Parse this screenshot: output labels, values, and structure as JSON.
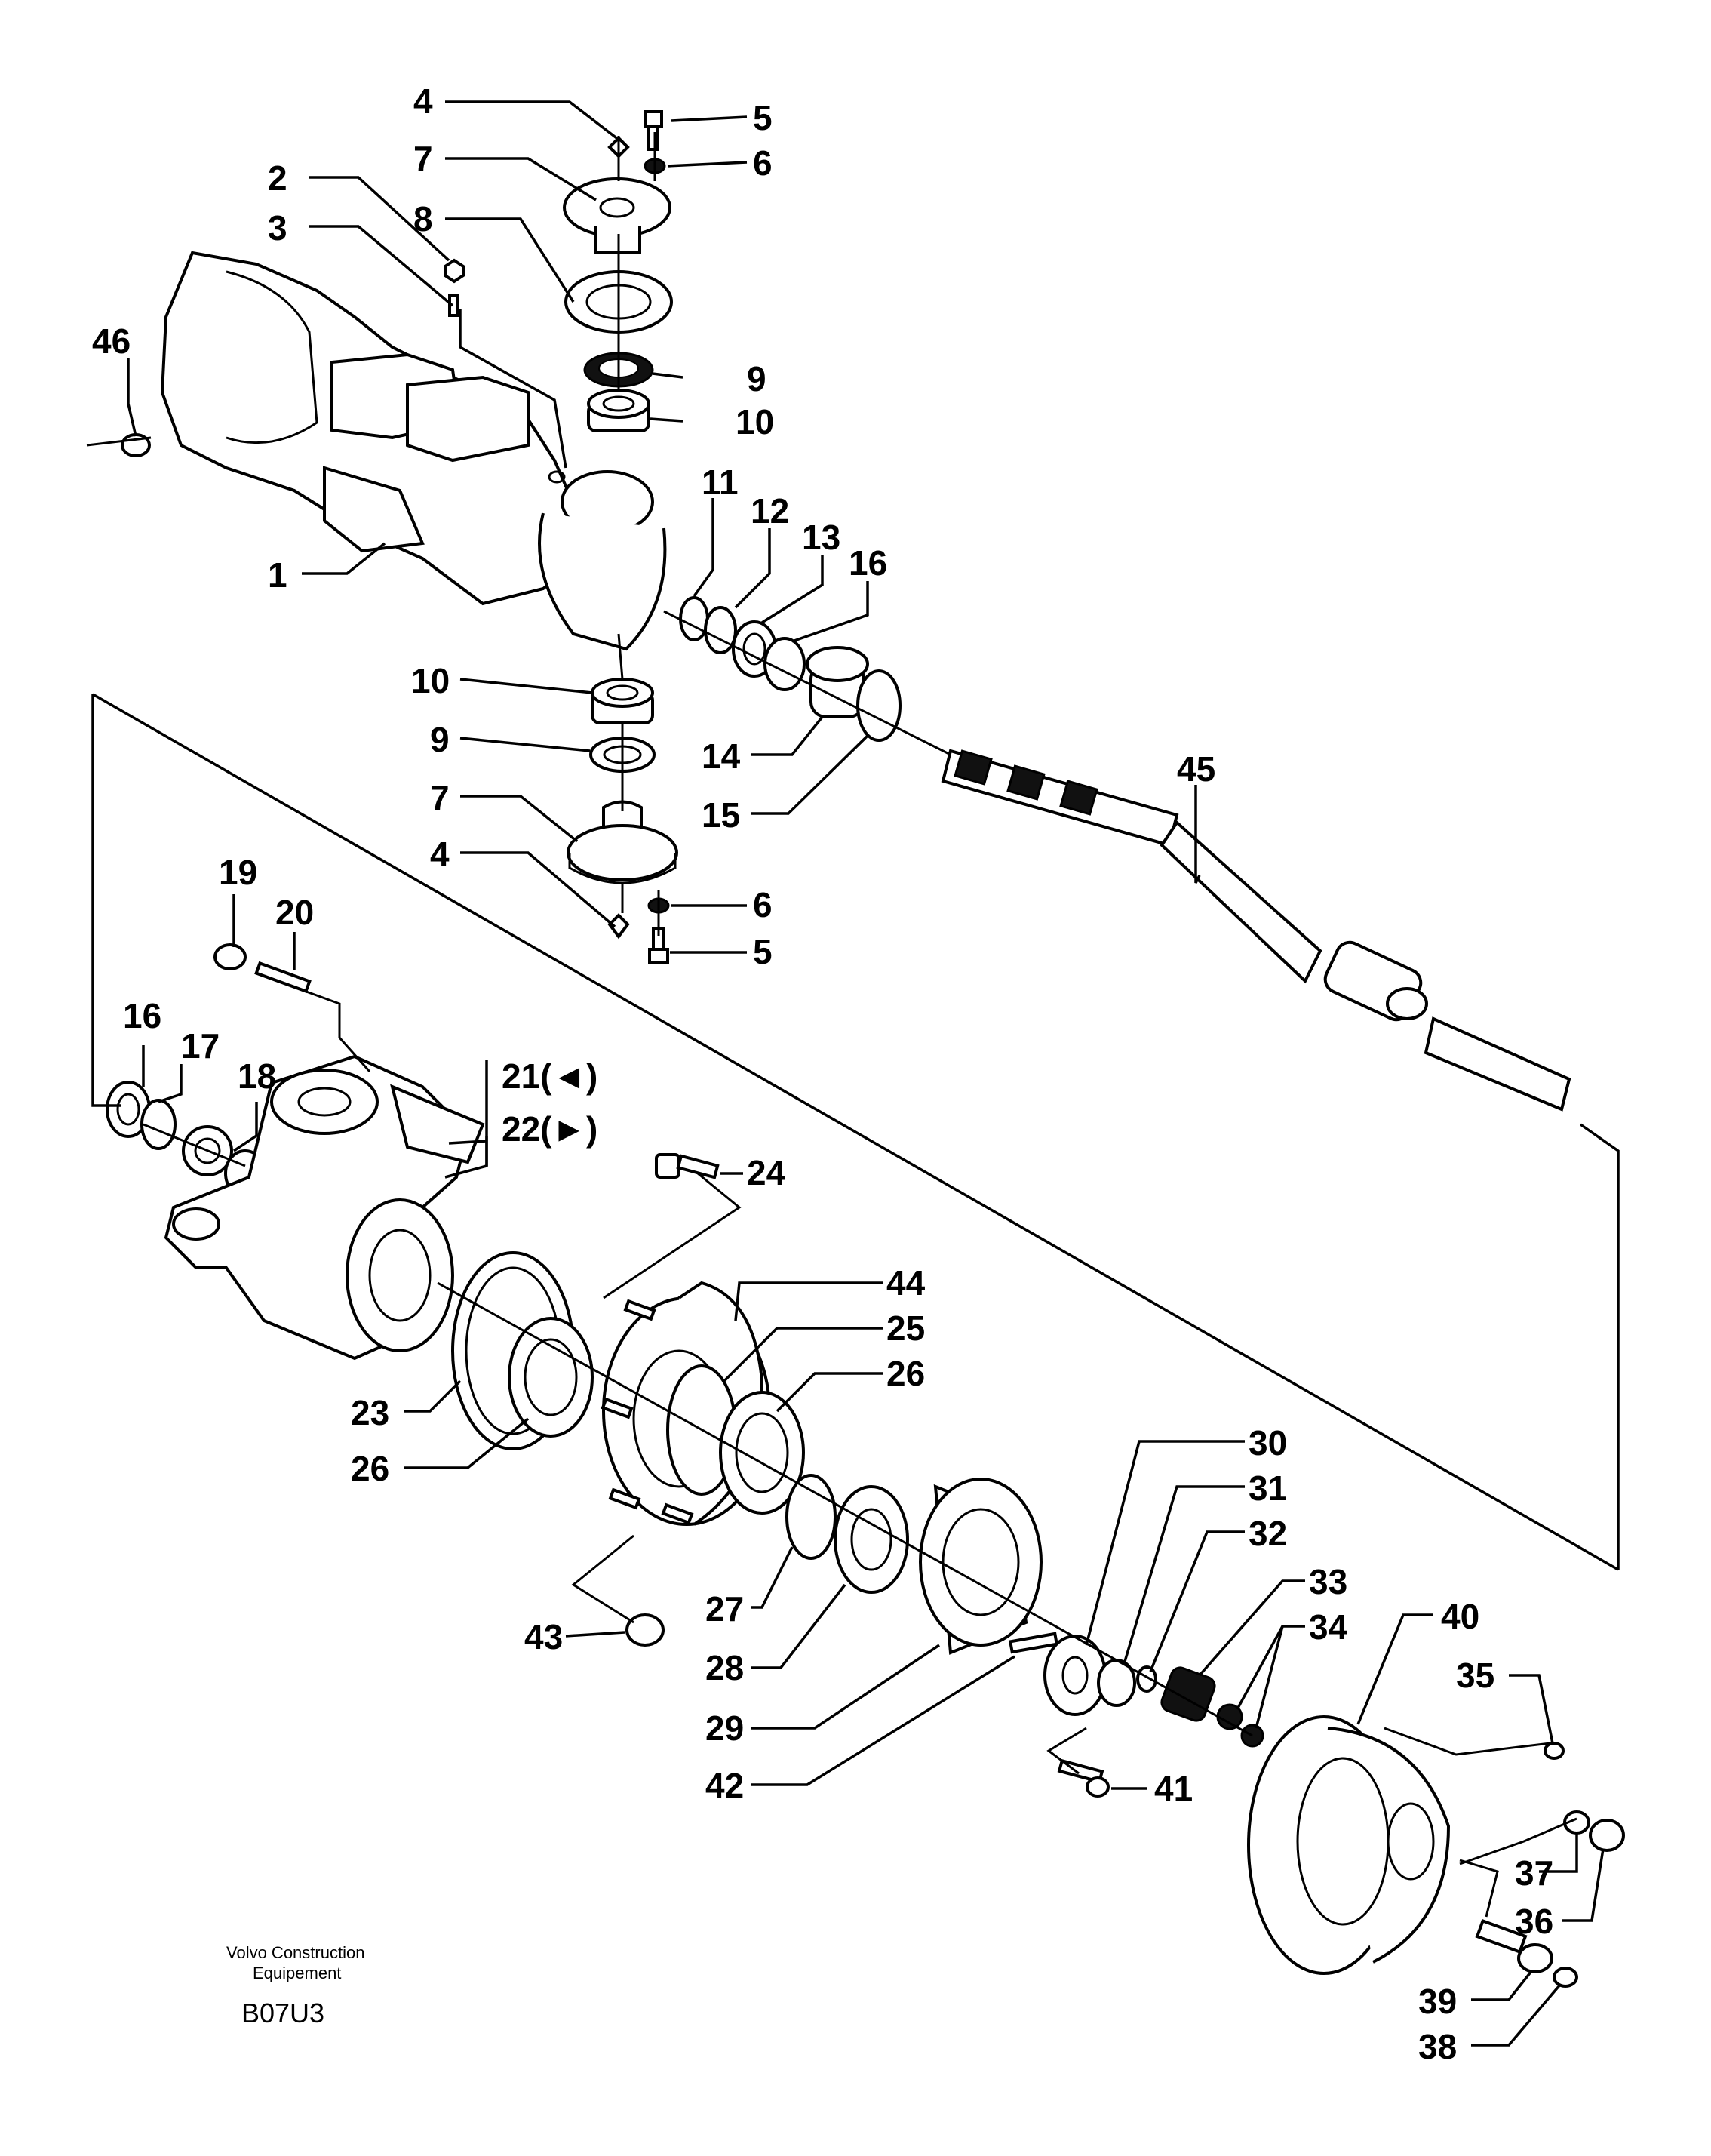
{
  "footer": {
    "publisher_line1": "Volvo Construction",
    "publisher_line2": "Equipement",
    "drawing_code": "B07U3"
  },
  "callouts": {
    "c1": "1",
    "c2": "2",
    "c3": "3",
    "c4a": "4",
    "c4b": "4",
    "c5a": "5",
    "c5b": "5",
    "c6a": "6",
    "c6b": "6",
    "c7a": "7",
    "c7b": "7",
    "c8": "8",
    "c9a": "9",
    "c9b": "9",
    "c10a": "10",
    "c10b": "10",
    "c11": "11",
    "c12": "12",
    "c13": "13",
    "c14": "14",
    "c15": "15",
    "c16a": "16",
    "c16b": "16",
    "c17": "17",
    "c18": "18",
    "c19": "19",
    "c20": "20",
    "c21": "21(◄)",
    "c22": "22(►)",
    "c23": "23",
    "c24": "24",
    "c25": "25",
    "c26a": "26",
    "c26b": "26",
    "c27": "27",
    "c28": "28",
    "c29": "29",
    "c30": "30",
    "c31": "31",
    "c32": "32",
    "c33": "33",
    "c34": "34",
    "c35": "35",
    "c36": "36",
    "c37": "37",
    "c38": "38",
    "c39": "39",
    "c40": "40",
    "c41": "41",
    "c42": "42",
    "c43": "43",
    "c44": "44",
    "c45": "45",
    "c46": "46"
  }
}
